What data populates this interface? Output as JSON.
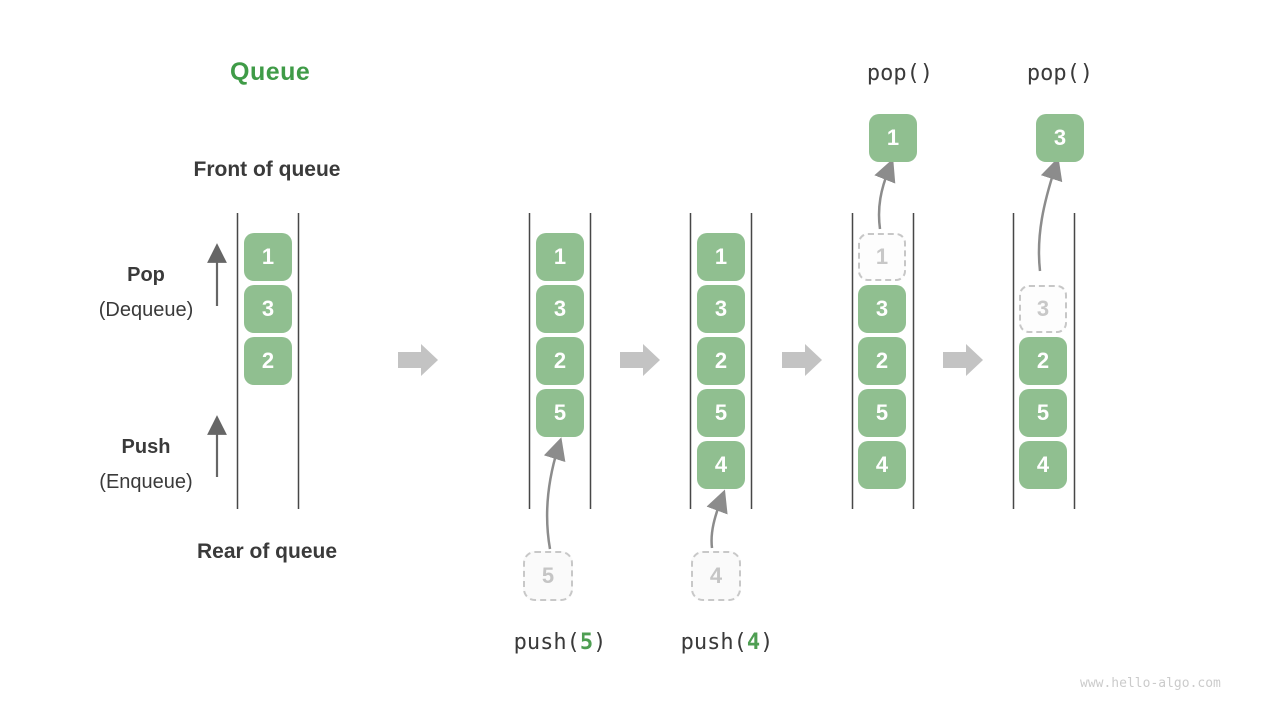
{
  "title": "Queue",
  "labels": {
    "front": "Front of queue",
    "rear": "Rear of queue",
    "pop": "Pop",
    "pop_sub": "(Dequeue)",
    "push": "Push",
    "push_sub": "(Enqueue)"
  },
  "watermark": "www.hello-algo.com",
  "colors": {
    "cell_green": "#90bf90",
    "title_green": "#3f9b47",
    "code_arg_green": "#4e9e52",
    "text_dark": "#3a3a3a",
    "block_arrow_gray": "#c3c3c3",
    "wall_line": "#474747",
    "ghost_gray": "#c7c7c7",
    "curve_arrow_gray": "#8c8c8c",
    "watermark_gray": "#cbcbcb"
  },
  "stages": [
    {
      "name": "initial",
      "items": [
        "1",
        "3",
        "2"
      ]
    },
    {
      "name": "push-5",
      "op_fn": "push(",
      "op_arg": "5",
      "op_end": ")",
      "incoming": "5",
      "items": [
        "1",
        "3",
        "2",
        "5"
      ]
    },
    {
      "name": "push-4",
      "op_fn": "push(",
      "op_arg": "4",
      "op_end": ")",
      "incoming": "4",
      "items": [
        "1",
        "3",
        "2",
        "5",
        "4"
      ]
    },
    {
      "name": "pop-1",
      "op": "pop()",
      "popped": "1",
      "ghost": "1",
      "items": [
        "3",
        "2",
        "5",
        "4"
      ]
    },
    {
      "name": "pop-3",
      "op": "pop()",
      "popped": "3",
      "ghost": "3",
      "items": [
        "2",
        "5",
        "4"
      ]
    }
  ]
}
